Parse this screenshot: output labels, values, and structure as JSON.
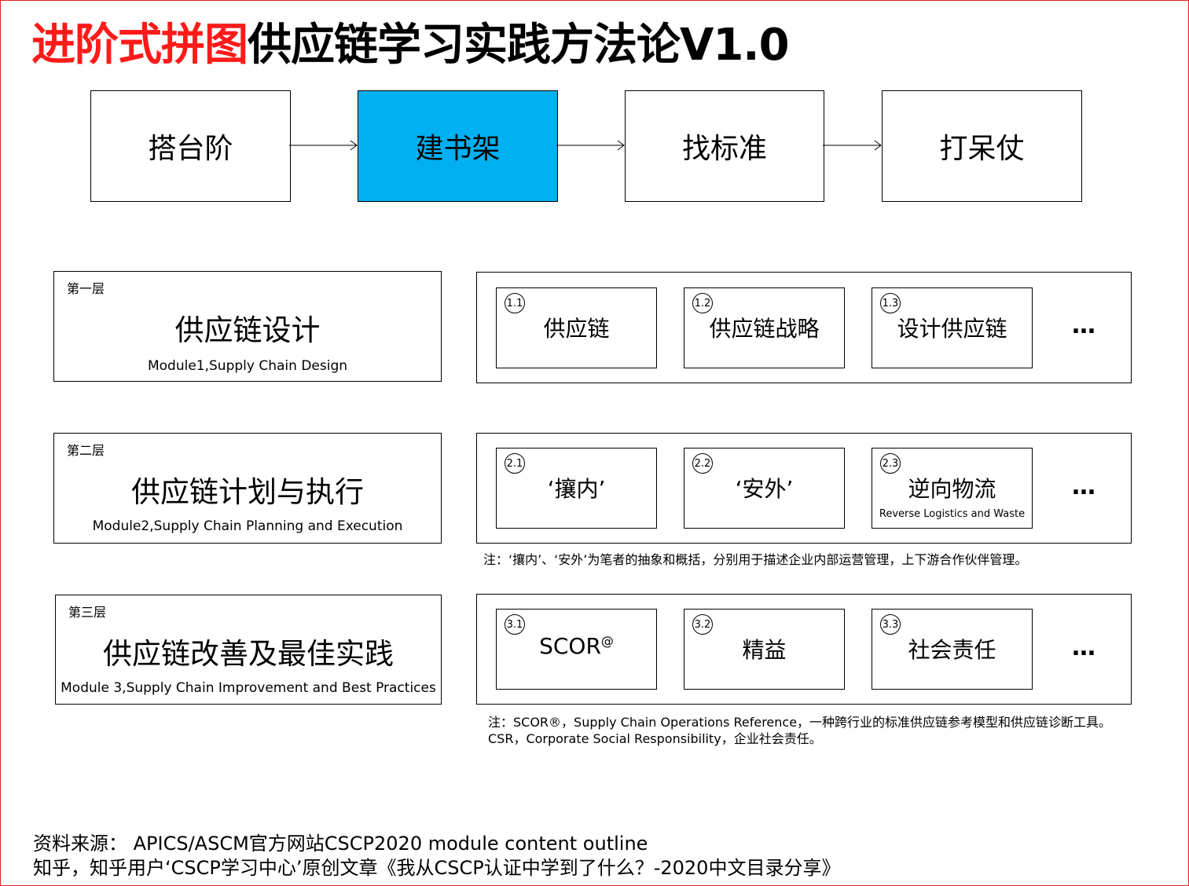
{
  "title": {
    "red": "进阶式拼图",
    "black": "供应链学习实践方法论V1.0"
  },
  "flow": {
    "steps": [
      {
        "label": "搭台阶",
        "active": false
      },
      {
        "label": "建书架",
        "active": true
      },
      {
        "label": "找标准",
        "active": false
      },
      {
        "label": "打呆仗",
        "active": false
      }
    ],
    "active_color": "#00b0f0"
  },
  "layers": [
    {
      "tag": "第一层",
      "title": "供应链设计",
      "module": "Module1,Supply Chain Design",
      "cards": [
        {
          "num": "1.1",
          "label": "供应链"
        },
        {
          "num": "1.2",
          "label": "供应链战略"
        },
        {
          "num": "1.3",
          "label": "设计供应链"
        }
      ],
      "more": "…"
    },
    {
      "tag": "第二层",
      "title": "供应链计划与执行",
      "module": "Module2,Supply Chain Planning and Execution",
      "cards": [
        {
          "num": "2.1",
          "label": "‘攘内’"
        },
        {
          "num": "2.2",
          "label": "‘安外’"
        },
        {
          "num": "2.3",
          "label": "逆向物流",
          "caption": "Reverse Logistics and Waste"
        }
      ],
      "more": "…",
      "note": "注：‘攘内’、‘安外’为笔者的抽象和概括，分别用于描述企业内部运营管理，上下游合作伙伴管理。"
    },
    {
      "tag": "第三层",
      "title": "供应链改善及最佳实践",
      "module": "Module 3,Supply Chain Improvement and Best Practices",
      "cards": [
        {
          "num": "3.1",
          "label": "SCOR",
          "sup": "@"
        },
        {
          "num": "3.2",
          "label": "精益"
        },
        {
          "num": "3.3",
          "label": "社会责任"
        }
      ],
      "more": "…",
      "note_lines": [
        "注：SCOR®，Supply Chain Operations Reference，一种跨行业的标准供应链参考模型和供应链诊断工具。",
        "CSR，Corporate Social Responsibility，企业社会责任。"
      ]
    }
  ],
  "sources": [
    "资料来源： APICS/ASCM官方网站CSCP2020 module content outline",
    "知乎，知乎用户‘CSCP学习中心’原创文章《我从CSCP认证中学到了什么？-2020中文目录分享》"
  ],
  "colors": {
    "title_red": "#ff1a1a",
    "frame": "#e02020"
  }
}
